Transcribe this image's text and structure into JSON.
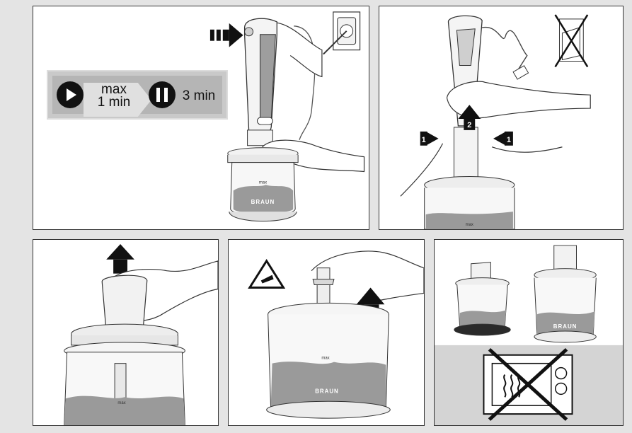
{
  "panel1": {
    "speed_max_line1": "max",
    "speed_max_line2": "1 min",
    "pause_time": "3 min",
    "jar_max_mark": "max",
    "jar_brand": "BRAUN"
  },
  "panel2": {
    "step_release": "1",
    "step_release_right": "1",
    "step_lift": "2",
    "jar_max_mark": "max"
  },
  "panel3": {
    "jar_max_mark": "max"
  },
  "panel4": {
    "bowl_max_mark": "max",
    "bowl_brand": "BRAUN"
  },
  "panel5": {
    "large_bowl_brand": "BRAUN"
  },
  "colors": {
    "frame": "#333333",
    "background": "#e4e4e4",
    "arrow": "#111111",
    "food": "#9a9a9a",
    "gray_zone": "#d4d4d4"
  }
}
